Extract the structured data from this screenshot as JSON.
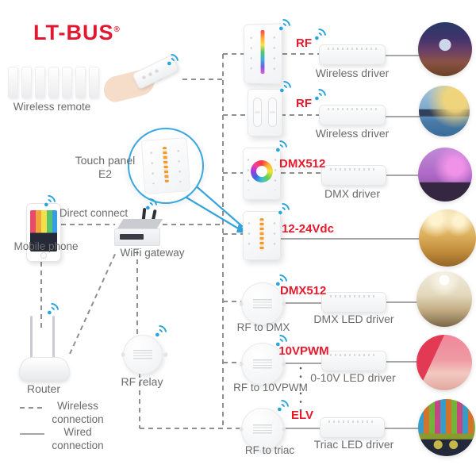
{
  "colors": {
    "accent_red": "#e8192c",
    "wifi_blue": "#2aa4df",
    "text_gray": "#6b6b6b",
    "callout_blue": "#35a3dd"
  },
  "logo": {
    "text": "LT-BUS",
    "reg": "®"
  },
  "left_panel": {
    "wireless_remote_label": "Wireless remote",
    "touch_panel_label_line1": "Touch panel",
    "touch_panel_label_line2": "E2",
    "direct_connect_label": "Direct connect",
    "mobile_phone_label": "Mobile phone",
    "wifi_gateway_label": "WiFi gateway",
    "router_label": "Router",
    "rf_relay_label": "RF relay"
  },
  "legend": {
    "wireless_line1": "Wireless",
    "wireless_line2": "connection",
    "wired_line1": "Wired",
    "wired_line2": "connection"
  },
  "rows": [
    {
      "protocol": "RF",
      "driver": "Wireless driver",
      "scene": "home-theater"
    },
    {
      "protocol": "RF",
      "driver": "Wireless driver",
      "scene": "yacht-harbor"
    },
    {
      "protocol": "DMX512",
      "driver": "DMX driver",
      "scene": "purple-bedroom"
    },
    {
      "protocol": "12-24Vdc",
      "driver": "",
      "scene": "warm-shop"
    },
    {
      "protocol": "DMX512",
      "source": "RF to DMX",
      "driver": "DMX LED driver",
      "scene": "warm-living-room"
    },
    {
      "protocol": "10VPWM",
      "source": "RF to 10VPWM",
      "driver": "0-10V LED driver",
      "scene": "pink-room"
    },
    {
      "protocol": "ELV",
      "source": "RF to triac",
      "driver": "Triac LED driver",
      "scene": "bar-counter"
    }
  ]
}
